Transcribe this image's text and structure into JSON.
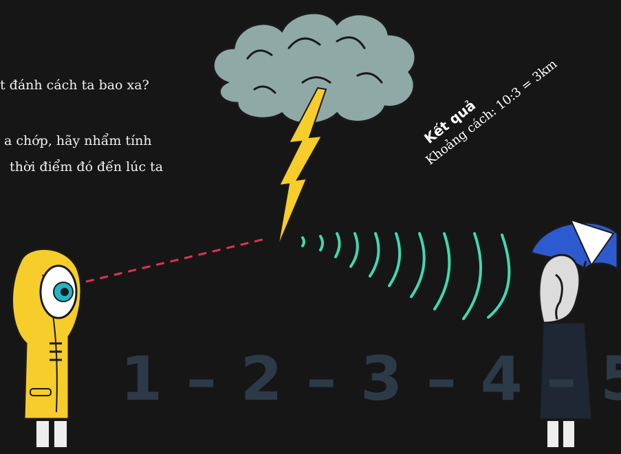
{
  "question": {
    "line1": "t đánh cách ta bao xa?",
    "line2": "a chớp, hãy nhẩm tính",
    "line3": "thời điểm đó đến lúc ta"
  },
  "result": {
    "title": "Kết quả",
    "distance": "Khoảng cách: 10:3 = 3km"
  },
  "counting": "1 – 2 – 3 – 4 – 5",
  "colors": {
    "background": "#161616",
    "raincoat": "#f6cd2a",
    "lightning": "#f6cd2a",
    "cloud": "#8fa9a6",
    "sight_line": "#e0305a",
    "sound_waves": "#3fd9b0",
    "umbrella": "#2e5ad0",
    "counting_text": "#2c3a48"
  },
  "icons": [
    "storm-cloud",
    "lightning-bolt",
    "eye-character",
    "ear-character",
    "umbrella"
  ]
}
